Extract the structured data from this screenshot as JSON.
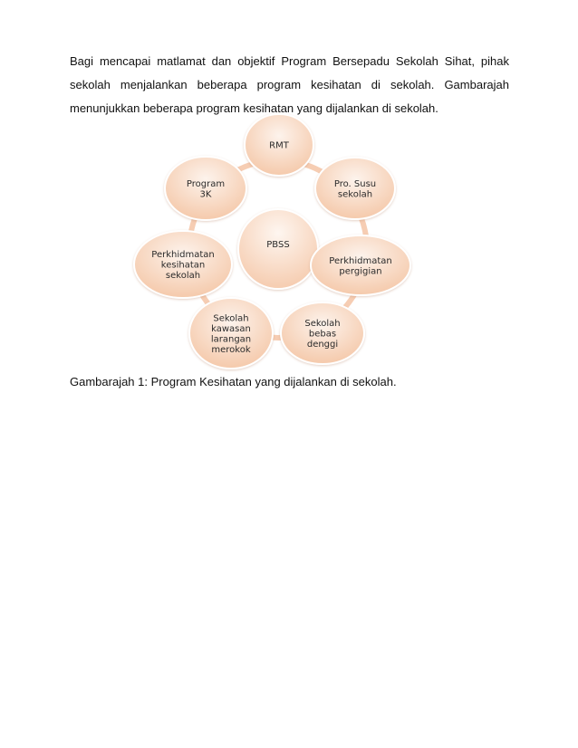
{
  "intro": {
    "line1_words": [
      "Bagi",
      "mencapai",
      "matlamat",
      "dan",
      "objektif",
      "Program",
      "Bersepadu",
      "Sekolah",
      "Sihat,",
      "pihak"
    ],
    "line2_words": [
      "sekolah",
      "menjalankan",
      "beberapa",
      "program",
      "kesihatan",
      "di",
      "sekolah.",
      "Gambarajah"
    ],
    "line3": "menunjukkan beberapa program kesihatan yang dijalankan di sekolah."
  },
  "diagram": {
    "center": "PBSS",
    "nodes": [
      {
        "id": "rmt",
        "lines": [
          "RMT"
        ]
      },
      {
        "id": "pro-susu",
        "lines": [
          "Pro. Susu",
          "sekolah"
        ]
      },
      {
        "id": "perkhidmatan-pergigian",
        "lines": [
          "Perkhidmatan",
          "pergigian"
        ]
      },
      {
        "id": "sekolah-bebas-denggi",
        "lines": [
          "Sekolah",
          "bebas",
          "denggi"
        ]
      },
      {
        "id": "sekolah-kawasan-larangan-merokok",
        "lines": [
          "Sekolah",
          "kawasan",
          "larangan",
          "merokok"
        ]
      },
      {
        "id": "perkhidmatan-kesihatan-sekolah",
        "lines": [
          "Perkhidmatan",
          "kesihatan",
          "sekolah"
        ]
      },
      {
        "id": "program-3k",
        "lines": [
          "Program",
          "3K"
        ]
      }
    ],
    "colors": {
      "ring": "#f6cdb3",
      "node_fill_light": "#fdf3ec",
      "node_fill_dark": "#f4c6a6",
      "node_border": "#ffffff",
      "center_fill_light": "#fef6f0",
      "center_fill_dark": "#f5c9ab"
    }
  },
  "caption": "Gambarajah 1: Program Kesihatan yang dijalankan di sekolah."
}
